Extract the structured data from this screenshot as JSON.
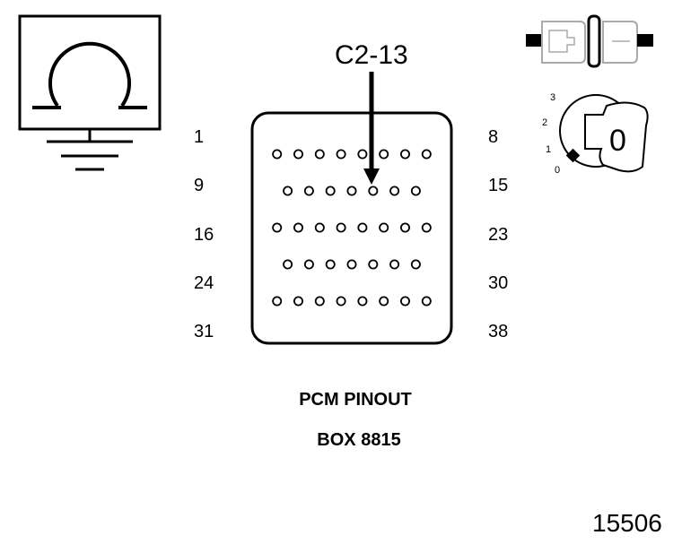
{
  "connector_label": "C2-13",
  "caption": {
    "line1": "PCM PINOUT",
    "line2": "BOX 8815"
  },
  "row_labels_left": [
    "1",
    "9",
    "16",
    "24",
    "31"
  ],
  "row_labels_right": [
    "8",
    "15",
    "23",
    "30",
    "38"
  ],
  "pin_rows": [
    8,
    7,
    8,
    7,
    8
  ],
  "highlighted_pin": "C2-13",
  "ignition_key": {
    "positions": [
      "3",
      "2",
      "1",
      "0"
    ],
    "current": "0"
  },
  "figure_number": "15506",
  "icons": [
    "ohmmeter-ground-icon",
    "connector-icon",
    "ignition-key-icon"
  ]
}
